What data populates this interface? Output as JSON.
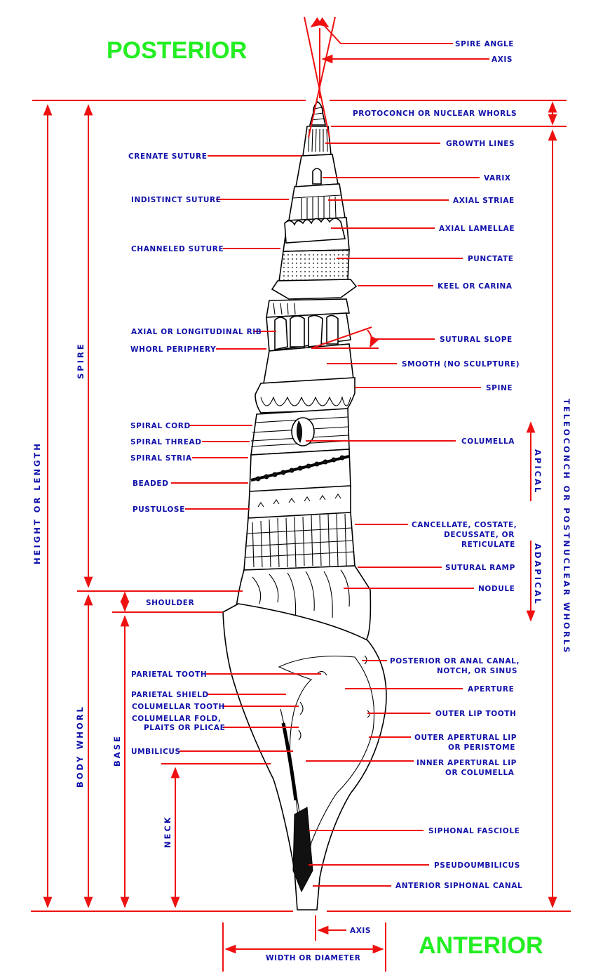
{
  "titles": {
    "posterior": "POSTERIOR",
    "anterior": "ANTERIOR"
  },
  "colors": {
    "title": "#22ee22",
    "labels": "#1111aa",
    "lines": "#ee1111"
  },
  "right_labels": {
    "spire_angle": "SPIRE ANGLE",
    "axis_top": "AXIS",
    "protoconch": "PROTOCONCH OR NUCLEAR WHORLS",
    "growth_lines": "GROWTH LINES",
    "varix": "VARIX",
    "axial_striae": "AXIAL STRIAE",
    "axial_lamellae": "AXIAL LAMELLAE",
    "punctate": "PUNCTATE",
    "keel": "KEEL OR CARINA",
    "sutural_slope": "SUTURAL SLOPE",
    "smooth": "SMOOTH (NO SCULPTURE)",
    "spine": "SPINE",
    "columella": "COLUMELLA",
    "cancellate_1": "CANCELLATE, COSTATE,",
    "cancellate_2": "DECUSSATE, OR",
    "cancellate_3": "RETICULATE",
    "sutural_ramp": "SUTURAL RAMP",
    "nodule": "NODULE",
    "posterior_canal_1": "POSTERIOR OR ANAL CANAL,",
    "posterior_canal_2": "NOTCH, OR SINUS",
    "aperture": "APERTURE",
    "outer_lip_tooth": "OUTER LIP TOOTH",
    "outer_lip_1": "OUTER APERTURAL LIP",
    "outer_lip_2": "OR PERISTOME",
    "inner_lip_1": "INNER APERTURAL LIP",
    "inner_lip_2": "OR COLUMELLA",
    "siphonal_fasciole": "SIPHONAL FASCIOLE",
    "pseudoumbilicus": "PSEUDOUMBILICUS",
    "anterior_canal": "ANTERIOR SIPHONAL CANAL",
    "axis_bottom": "AXIS",
    "width": "WIDTH OR DIAMETER"
  },
  "left_labels": {
    "crenate_suture": "CRENATE SUTURE",
    "indistinct_suture": "INDISTINCT SUTURE",
    "channeled_suture": "CHANNELED SUTURE",
    "axial_rib": "AXIAL OR LONGITUDINAL RIB",
    "whorl_periphery": "WHORL PERIPHERY",
    "spiral_cord": "SPIRAL CORD",
    "spiral_thread": "SPIRAL THREAD",
    "spiral_stria": "SPIRAL STRIA",
    "beaded": "BEADED",
    "pustulose": "PUSTULOSE",
    "shoulder": "SHOULDER",
    "parietal_tooth": "PARIETAL TOOTH",
    "parietal_shield": "PARIETAL SHIELD",
    "columellar_tooth": "COLUMELLAR TOOTH",
    "columellar_fold_1": "COLUMELLAR FOLD,",
    "columellar_fold_2": "PLAITS OR PLICAE",
    "umbilicus": "UMBILICUS"
  },
  "vertical_labels": {
    "height": "HEIGHT OR LENGTH",
    "spire": "SPIRE",
    "body_whorl": "BODY WHORL",
    "base": "BASE",
    "neck": "NECK",
    "teleoconch": "TELEOCONCH OR POSTNUCLEAR WHORLS",
    "apical": "APICAL",
    "adapical": "ADAPICAL"
  }
}
